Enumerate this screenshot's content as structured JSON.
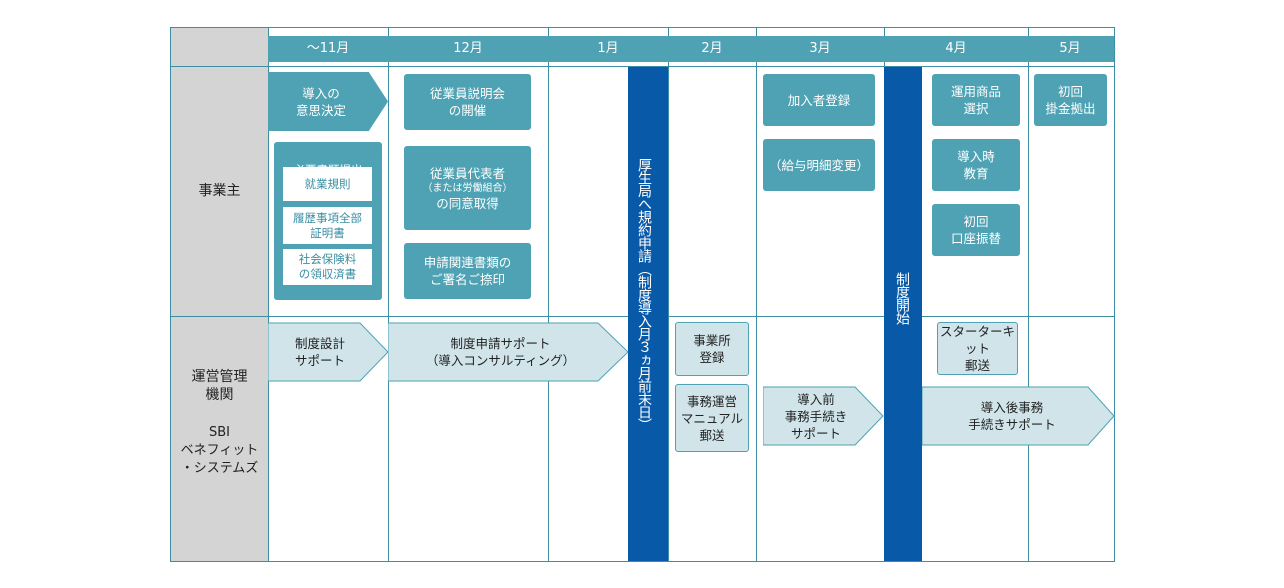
{
  "header": {
    "months": [
      "～11月",
      "12月",
      "1月",
      "2月",
      "3月",
      "4月",
      "5月"
    ]
  },
  "rows": {
    "employer": "事業主",
    "operator_line1": "運営管理",
    "operator_line2": "機関",
    "operator_sub1": "SBI",
    "operator_sub2": "ベネフィット",
    "operator_sub3": "・システムズ"
  },
  "employer_items": {
    "decision": "導入の\n意思決定",
    "docs_title": "必要書類提出",
    "doc1": "就業規則",
    "doc2": "履歴事項全部\n証明書",
    "doc3": "社会保険料\nの領収済書",
    "briefing": "従業員説明会\nの開催",
    "consent_line1": "従業員代表者",
    "consent_line2": "（または労働組合）",
    "consent_line3": "の同意取得",
    "sign": "申請関連書類の\nご署名ご捺印",
    "enroll": "加入者登録",
    "payslip": "（給与明細変更）",
    "product": "運用商品\n選択",
    "education": "導入時\n教育",
    "transfer": "初回\n口座振替",
    "first_contribution": "初回\n掛金拠出"
  },
  "operator_items": {
    "design": "制度設計\nサポート",
    "application": "制度申請サポート\n（導入コンサルティング）",
    "office": "事業所\n登録",
    "manual": "事務運営\nマニュアル郵送",
    "pre_procedure": "導入前\n事務手続き\nサポート",
    "starter": "スターターキット\n郵送",
    "post_procedure": "導入後事務\n手続きサポート"
  },
  "milestones": {
    "bureau": "厚生局へ規約申請（制度導入月３ヵ月前末日）",
    "start": "制度開始"
  },
  "colors": {
    "teal": "#4ea2b3",
    "light_teal": "#d0e4ea",
    "navy": "#0859a8",
    "gray": "#d4d4d4"
  }
}
